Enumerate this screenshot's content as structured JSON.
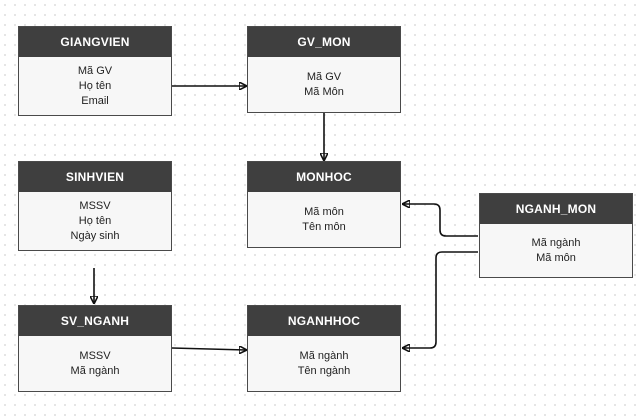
{
  "entities": {
    "giangvien": {
      "title": "GIANGVIEN",
      "fields": [
        "Mã GV",
        "Họ tên",
        "Email"
      ]
    },
    "gv_mon": {
      "title": "GV_MON",
      "fields": [
        "Mã GV",
        "Mã Môn"
      ]
    },
    "sinhvien": {
      "title": "SINHVIEN",
      "fields": [
        "MSSV",
        "Họ tên",
        "Ngày sinh"
      ]
    },
    "monhoc": {
      "title": "MONHOC",
      "fields": [
        "Mã môn",
        "Tên môn"
      ]
    },
    "nganh_mon": {
      "title": "NGANH_MON",
      "fields": [
        "Mã ngành",
        "Mã môn"
      ]
    },
    "sv_nganh": {
      "title": "SV_NGANH",
      "fields": [
        "MSSV",
        "Mã ngành"
      ]
    },
    "nganhhoc": {
      "title": "NGANHHOC",
      "fields": [
        "Mã ngành",
        "Tên ngành"
      ]
    }
  },
  "colors": {
    "header_bg": "#3f3f3f",
    "body_bg": "#f7f7f7",
    "connector": "#111111"
  }
}
